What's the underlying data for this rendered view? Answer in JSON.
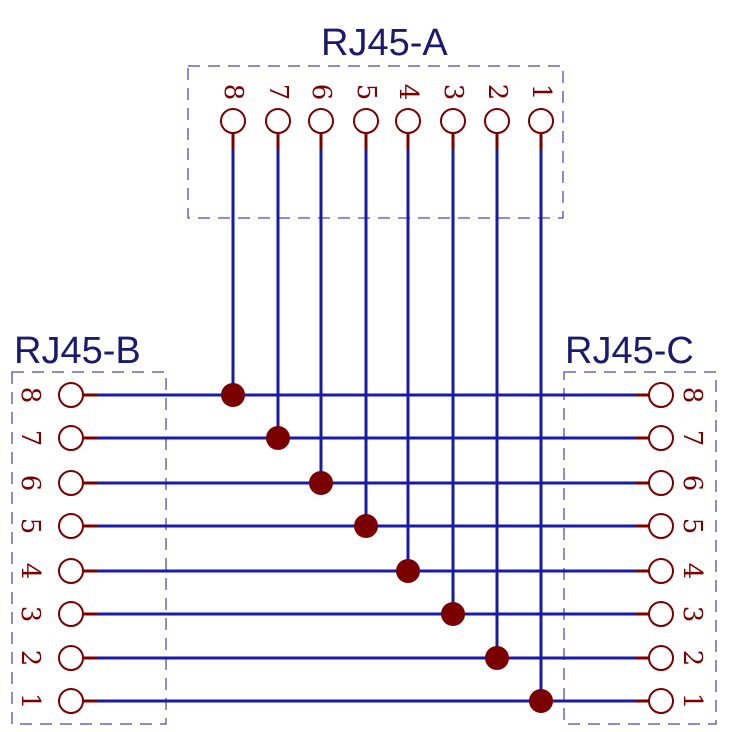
{
  "connectors": [
    {
      "id": "A",
      "label": "RJ45-A",
      "pins": [
        "8",
        "7",
        "6",
        "5",
        "4",
        "3",
        "2",
        "1"
      ]
    },
    {
      "id": "B",
      "label": "RJ45-B",
      "pins": [
        "8",
        "7",
        "6",
        "5",
        "4",
        "3",
        "2",
        "1"
      ]
    },
    {
      "id": "C",
      "label": "RJ45-C",
      "pins": [
        "8",
        "7",
        "6",
        "5",
        "4",
        "3",
        "2",
        "1"
      ]
    }
  ],
  "colors": {
    "label": "#1a1a6e",
    "wire": "#1a1aa8",
    "pin": "#7a0000",
    "junction": "#7a0000",
    "outline": "#1a1aa8",
    "background": "#ffffff"
  }
}
